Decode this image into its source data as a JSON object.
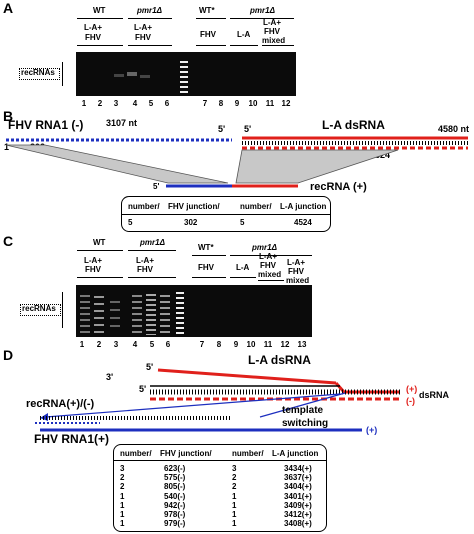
{
  "panelA": {
    "label": "A",
    "wt": "WT",
    "pmr1": "pmr1Δ",
    "wtstar": "WT*",
    "pmr1b": "pmr1Δ",
    "la_fhv_1": "L-A+",
    "la_fhv_1b": "FHV",
    "la_fhv_2": "L-A+",
    "la_fhv_2b": "FHV",
    "fhv": "FHV",
    "la": "L-A",
    "mixed1": "L-A+",
    "mixed2": "FHV",
    "mixed3": "mixed",
    "recrnas": "recRNAs",
    "lanes": [
      "1",
      "2",
      "3",
      "4",
      "5",
      "6",
      "7",
      "8",
      "9",
      "10",
      "11",
      "12"
    ]
  },
  "panelB": {
    "label": "B",
    "fhv_title": "FHV RNA1 (-)",
    "fhv_len": "3107 nt",
    "fhv_5p": "5'",
    "fhv_1": "1",
    "fhv_302": "302",
    "la_5p": "5'",
    "la_title": "L-A dsRNA",
    "la_len": "4580 nt",
    "la_4524": "4524",
    "rec_5p": "5'",
    "rec_label": "recRNA (+)",
    "table": {
      "h1": "number/",
      "h2": "FHV junction/",
      "h3": "number/",
      "h4": "L-A junction",
      "r1c1": "5",
      "r1c2": "302",
      "r1c3": "5",
      "r1c4": "4524"
    }
  },
  "panelC": {
    "label": "C",
    "wt": "WT",
    "pmr1": "pmr1Δ",
    "wtstar": "WT*",
    "pmr1b": "pmr1Δ",
    "lafhv1a": "L-A+",
    "lafhv1b": "FHV",
    "lafhv2a": "L-A+",
    "lafhv2b": "FHV",
    "fhv": "FHV",
    "la": "L-A",
    "mixA1": "L-A+",
    "mixA2": "FHV",
    "mixA3": "mixed",
    "mixB1": "L-A+",
    "mixB2": "FHV",
    "mixB3": "mixed",
    "recrnas": "recRNAs",
    "lanes": [
      "1",
      "2",
      "3",
      "4",
      "5",
      "6",
      "7",
      "8",
      "9",
      "10",
      "11",
      "12",
      "13"
    ]
  },
  "panelD": {
    "label": "D",
    "p5a": "5'",
    "la_title": "L-A dsRNA",
    "p3": "3'",
    "p5b": "5'",
    "plus": "(+)",
    "minus": "(-)",
    "dsrna": "dsRNA",
    "recrna": "recRNA(+)/(-)",
    "template": "template",
    "switching": "switching",
    "fhv_rna": "FHV RNA1(+)",
    "fhv_plus": "(+)",
    "table": {
      "h1": "number/",
      "h2": "FHV junction/",
      "h3": "number/",
      "h4": "L-A junction",
      "rows": [
        [
          "3",
          "623(-)",
          "3",
          "3434(+)"
        ],
        [
          "2",
          "575(-)",
          "2",
          "3637(+)"
        ],
        [
          "2",
          "805(-)",
          "2",
          "3404(+)"
        ],
        [
          "1",
          "540(-)",
          "1",
          "3401(+)"
        ],
        [
          "1",
          "942(-)",
          "1",
          "3409(+)"
        ],
        [
          "1",
          "978(-)",
          "1",
          "3412(+)"
        ],
        [
          "1",
          "979(-)",
          "1",
          "3408(+)"
        ]
      ]
    }
  },
  "colors": {
    "red": "#e0201b",
    "blue": "#1d2fbf",
    "gray": "#c8c8c8"
  }
}
